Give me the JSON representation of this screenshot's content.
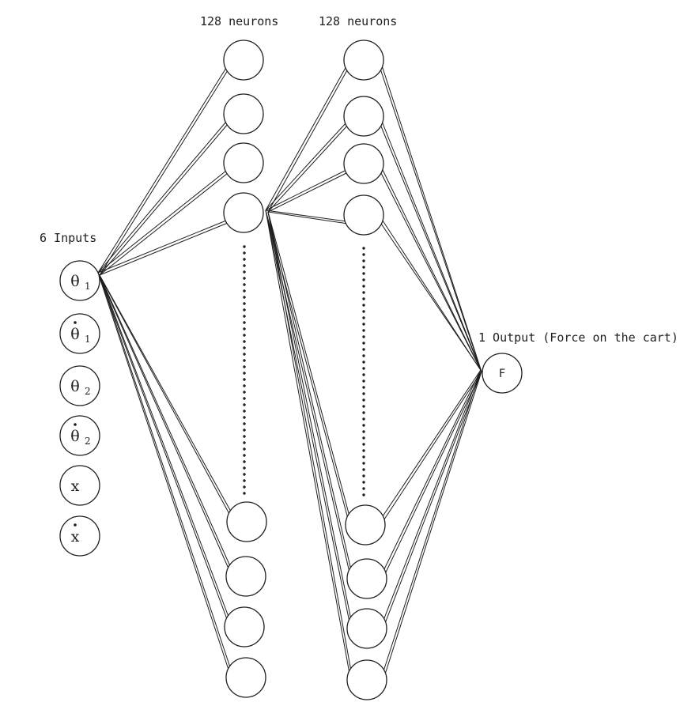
{
  "labels": {
    "hidden1": "128 neurons",
    "hidden2": "128 neurons",
    "inputs": "6 Inputs",
    "output": "1 Output (Force on the cart)"
  },
  "inputs": [
    {
      "symbol": "θ",
      "sub": "1",
      "dot": false
    },
    {
      "symbol": "θ",
      "sub": "1",
      "dot": true
    },
    {
      "symbol": "θ",
      "sub": "2",
      "dot": false
    },
    {
      "symbol": "θ",
      "sub": "2",
      "dot": true
    },
    {
      "symbol": "x",
      "sub": "",
      "dot": false
    },
    {
      "symbol": "x",
      "sub": "",
      "dot": true
    }
  ],
  "output_node": {
    "symbol": "F"
  },
  "colors": {
    "stroke": "#1e1e1e",
    "background": "#ffffff"
  }
}
